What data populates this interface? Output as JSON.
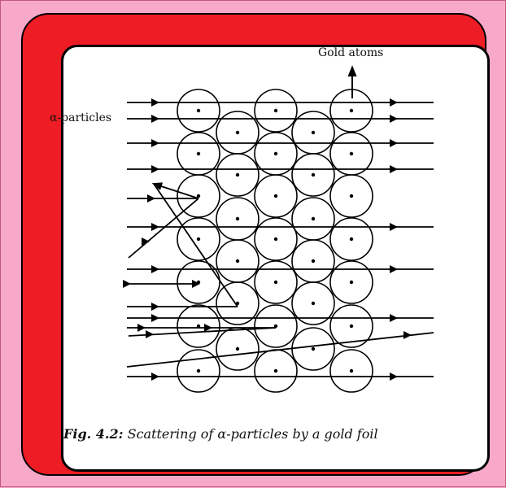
{
  "labels": {
    "gold_atoms": "Gold atoms",
    "alpha_particles": "α-particles"
  },
  "caption": {
    "fig": "Fig. 4.2:",
    "text": " Scattering of α-particles by a gold foil"
  },
  "colors": {
    "page_background": "#f8a8c8",
    "frame_red": "#ee1c24",
    "panel": "#ffffff",
    "ink": "#000000"
  }
}
